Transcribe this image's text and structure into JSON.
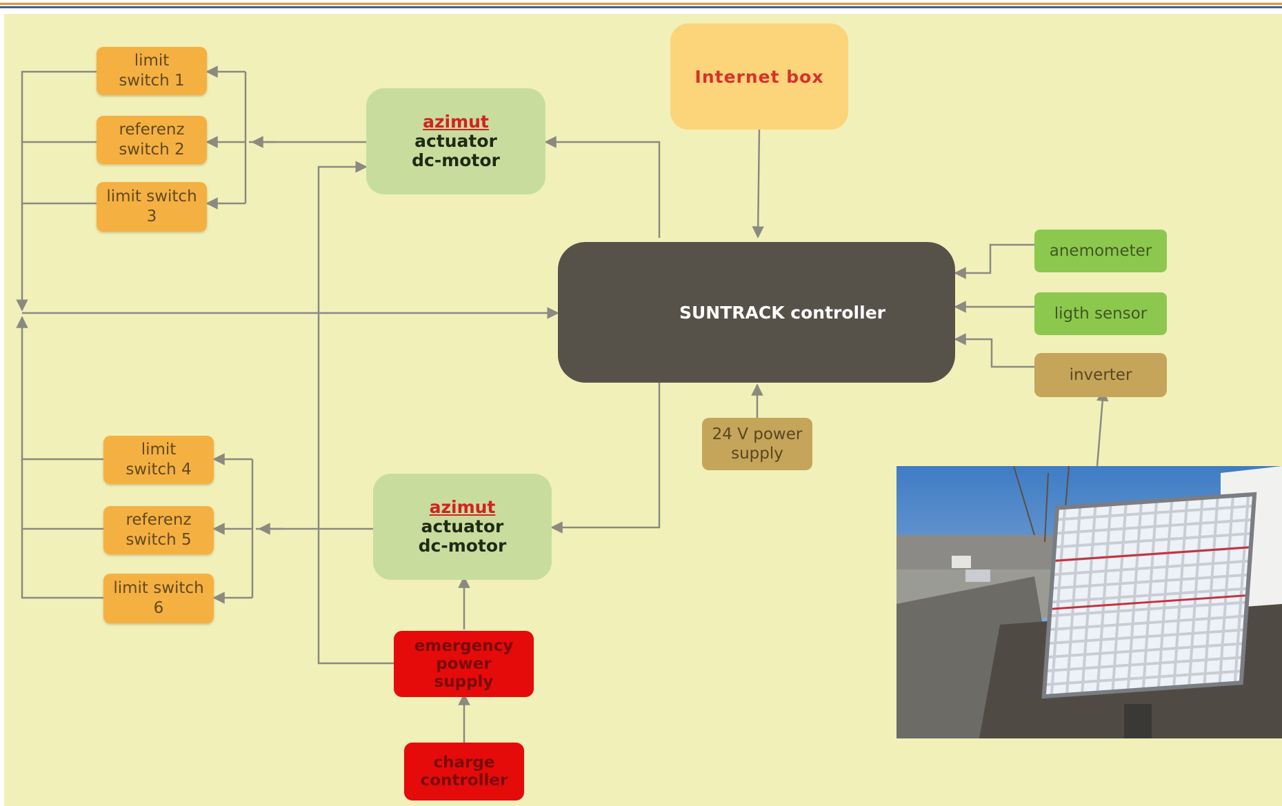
{
  "diagram": {
    "switches": {
      "limit_switch_1": "limit\nswitch 1",
      "referenz_switch_2": "referenz\nswitch 2",
      "limit_switch_3": "limit switch\n3",
      "limit_switch_4": "limit\nswitch 4",
      "referenz_switch_5": "referenz\nswitch 5",
      "limit_switch_6": "limit switch\n6"
    },
    "motor_top": {
      "word": "azimut",
      "line2": "actuator",
      "line3": "dc-motor"
    },
    "motor_bottom": {
      "word": "azimut",
      "line2": "actuator",
      "line3": "dc-motor"
    },
    "internet_box": "Internet box",
    "controller": "SUNTRACK controller",
    "anemometer": "anemometer",
    "light_sensor": "ligth sensor",
    "inverter": "inverter",
    "power_supply": "24 V power\nsupply",
    "emergency_power_supply": "emergency\npower\nsupply",
    "charge_controller": "charge\ncontroller"
  },
  "colors": {
    "top_rule_orange": "#e8912c",
    "top_rule_blue": "#3f5f9e",
    "background": "#f1f0b9",
    "switch": "#f5b042",
    "motor": "#c8dd9d",
    "internet_box": "#fcd57a",
    "controller": "#575249",
    "sensor": "#8cc84e",
    "tan": "#c4a55a",
    "red": "#e50b0b",
    "wire": "#8a8a80"
  },
  "photo": {
    "subject": "solar-tracker-panel-photo"
  }
}
